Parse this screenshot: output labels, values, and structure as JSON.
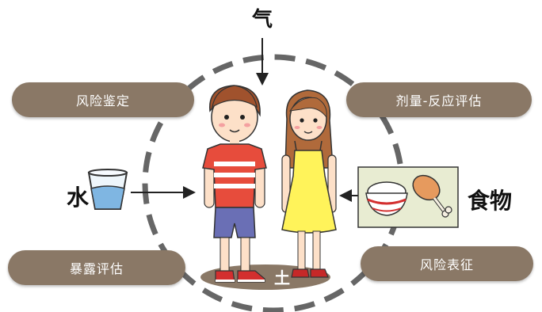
{
  "elements": {
    "air": "气",
    "water": "水",
    "food": "食物",
    "soil": "土"
  },
  "steps": {
    "hazard_identification": "风险鉴定",
    "dose_response": "剂量-反应评估",
    "exposure_assessment": "暴露评估",
    "risk_characterization": "风险表征"
  },
  "colors": {
    "pill": "#8a7866",
    "dashed_ring": "#666666",
    "soil_patch": "#8a7866"
  }
}
